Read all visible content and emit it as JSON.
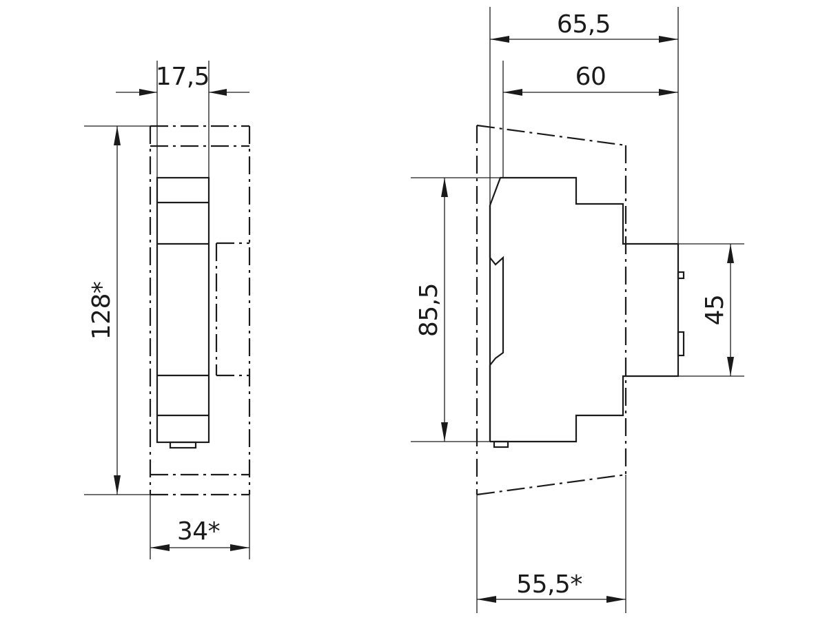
{
  "front_view": {
    "dimensions": {
      "module_width": "17,5",
      "total_height": "128*",
      "total_depth": "34*"
    }
  },
  "side_view": {
    "dimensions": {
      "overall_depth": "65,5",
      "body_depth": "60",
      "body_height": "85,5",
      "front_height": "45",
      "mount_depth": "55,5*"
    }
  }
}
